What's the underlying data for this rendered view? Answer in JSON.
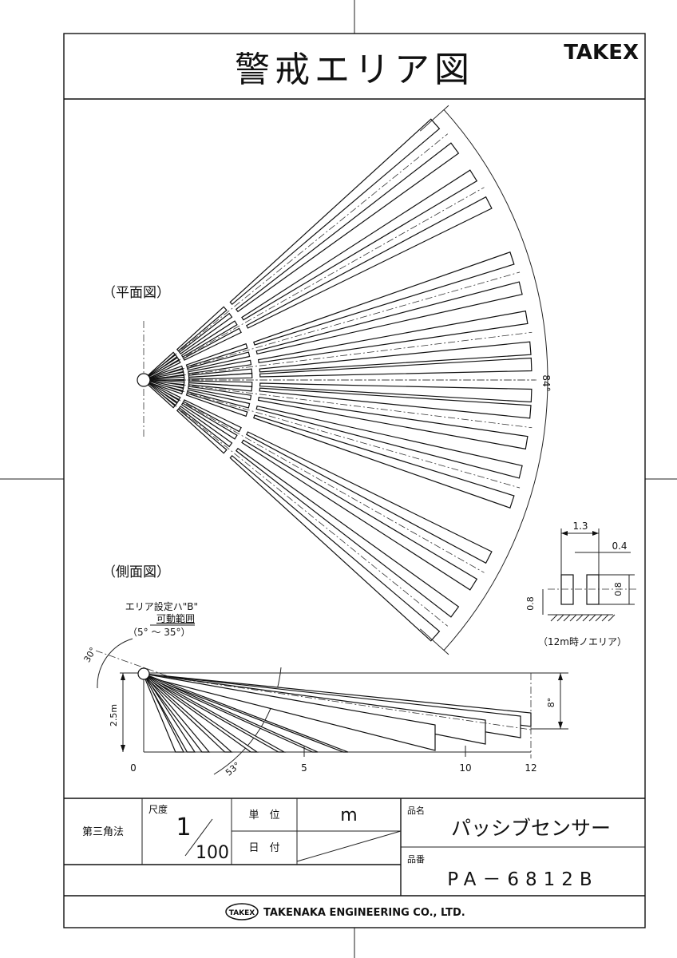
{
  "header": {
    "title": "警戒エリア図",
    "brand": "TAKEX"
  },
  "plan_view": {
    "label": "（平面図）",
    "angle_label": "84°",
    "beam_angles_deg": [
      -39,
      -29.5,
      -16,
      -7,
      0,
      7,
      16,
      29.5,
      39
    ],
    "pair_offset_deg": 2.3,
    "beam_range_m": 12.0,
    "segment_starts_m": [
      0.2,
      1.4,
      3.6
    ]
  },
  "detail": {
    "width_label": "1.3",
    "gap_label": "0.4",
    "height_label_left": "0.8",
    "height_label_right": "0.8",
    "caption": "（12m時ノエリア）"
  },
  "side_view": {
    "label": "（側面図）",
    "note_line1": "エリア設定ハ\"B\"",
    "note_line2": "可動範囲",
    "note_line3": "（5° 〜 35°）",
    "angle_30": "30°",
    "angle_53": "53°",
    "angle_8": "8°",
    "height_label": "2.5m",
    "x_ticks": [
      "0",
      "5",
      "10",
      "12"
    ]
  },
  "title_block": {
    "projection": "第三角法",
    "scale_label": "尺度",
    "scale_num": "1",
    "scale_den": "100",
    "unit_label": "単　位",
    "unit_value": "m",
    "date_label": "日　付",
    "product_name_label": "品名",
    "product_name": "パッシブセンサー",
    "product_code_label": "品番",
    "product_code": "PA－6812B",
    "company_logo": "TAKEX",
    "company_name": "TAKENAKA ENGINEERING CO., LTD."
  }
}
